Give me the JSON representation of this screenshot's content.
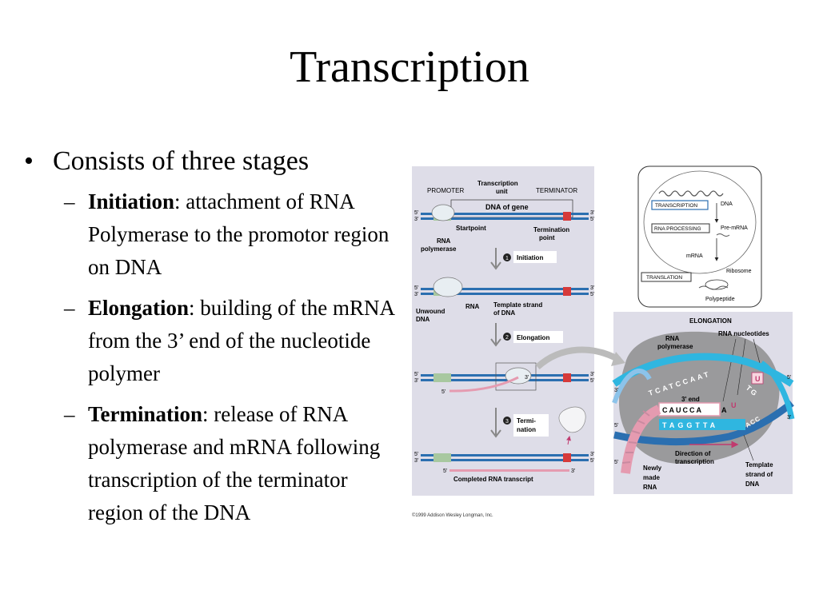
{
  "slide": {
    "title": "Transcription",
    "bullet": "Consists of three stages",
    "stages": [
      {
        "term": "Initiation",
        "desc": ": attachment of RNA Polymerase to the promotor region on DNA"
      },
      {
        "term": "Elongation",
        "desc": ": building of the mRNA from the 3’ end of the nucleotide polymer"
      },
      {
        "term": "Termination",
        "desc": ": release of RNA polymerase and mRNA following transcription of the terminator region of the DNA"
      }
    ]
  },
  "figure": {
    "left_panel": {
      "promoter": "PROMOTER",
      "transcription_unit_1": "Transcription",
      "transcription_unit_2": "unit",
      "terminator": "TERMINATOR",
      "dna_of_gene": "DNA of gene",
      "five_prime": "5'",
      "three_prime": "3'",
      "startpoint": "Startpoint",
      "rna_poly_1": "RNA",
      "rna_poly_2": "polymerase",
      "termination_point_1": "Termination",
      "termination_point_2": "point",
      "step1_num": "1",
      "step1_label": "Initiation",
      "unwound_1": "Unwound",
      "unwound_2": "DNA",
      "rna": "RNA",
      "template_1": "Template strand",
      "template_2": "of DNA",
      "step2_num": "2",
      "step2_label": "Elongation",
      "step3_num": "3",
      "step3_label_1": "Termi-",
      "step3_label_2": "nation",
      "completed": "Completed RNA transcript"
    },
    "overview_panel": {
      "transcription": "TRANSCRIPTION",
      "dna": "DNA",
      "rna_processing": "RNA PROCESSING",
      "pre_mrna": "Pre-mRNA",
      "mrna": "mRNA",
      "ribosome": "Ribosome",
      "translation": "TRANSLATION",
      "polypeptide": "Polypeptide"
    },
    "elongation_panel": {
      "title": "ELONGATION",
      "rna_nucleotides": "RNA nucleotides",
      "rna_poly_1": "RNA",
      "rna_poly_2": "polymerase",
      "top_strand": "TCATCCAAT",
      "top_extra": "TG",
      "three_end": "3' end",
      "rna_strand": "CAUCCA",
      "rna_a": "A",
      "rna_u": "U",
      "bottom_strand": "TAGGTTA",
      "bottom_extra": "ACC",
      "u_nuc": "U",
      "direction_1": "Direction of",
      "direction_2": "transcription",
      "newly_1": "Newly",
      "newly_2": "made",
      "newly_3": "RNA",
      "template_1": "Template",
      "template_2": "strand of",
      "template_3": "DNA",
      "five_prime": "5'",
      "three_prime": "3'"
    },
    "copyright": "©1999 Addison Wesley Longman, Inc."
  },
  "colors": {
    "panel_bg": "#dedde8",
    "dna_blue": "#2b6fb0",
    "dna_light": "#8cc3ea",
    "promoter_green": "#a8c8a0",
    "terminator_red": "#d63a3a",
    "rna_pink": "#e59bb0",
    "cyan": "#2fb6e0"
  }
}
